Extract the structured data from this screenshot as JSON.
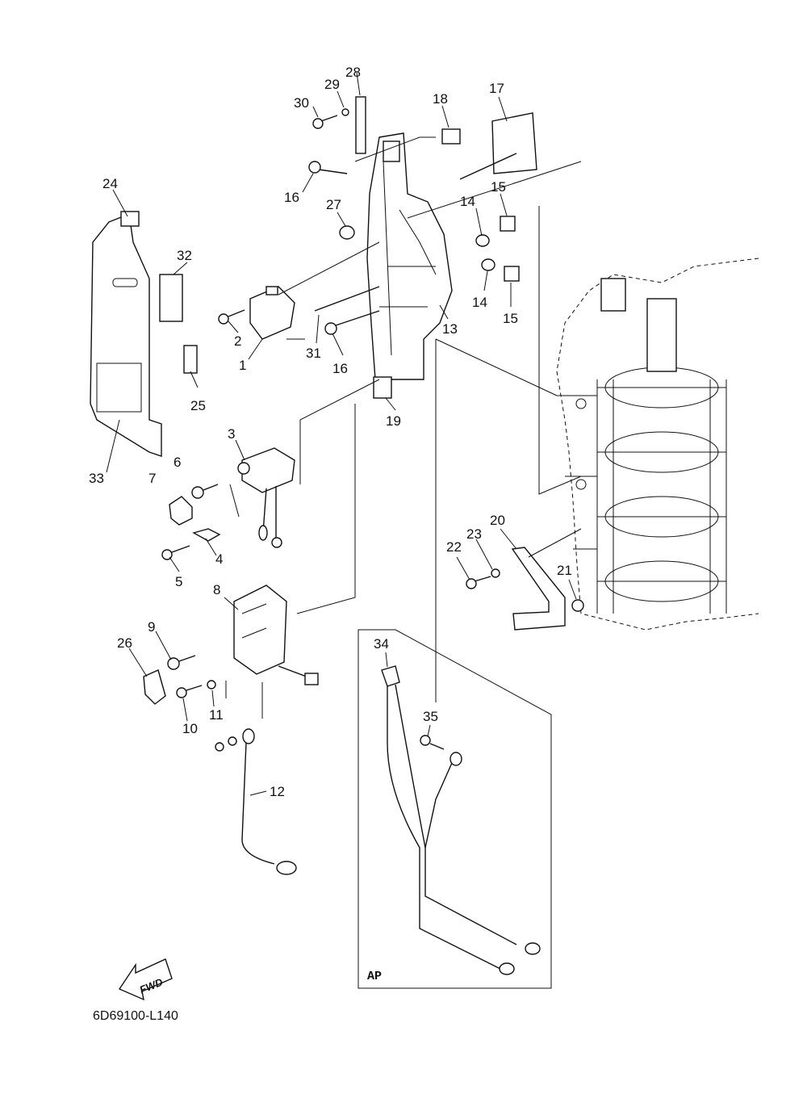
{
  "diagram_code": "6D69100-L140",
  "fwd_label": "FWD",
  "ap_label": "AP",
  "callouts": [
    "1",
    "2",
    "3",
    "4",
    "5",
    "6",
    "7",
    "8",
    "9",
    "10",
    "11",
    "12",
    "13",
    "14",
    "14",
    "15",
    "15",
    "16",
    "16",
    "17",
    "18",
    "19",
    "20",
    "21",
    "22",
    "23",
    "24",
    "25",
    "26",
    "27",
    "28",
    "29",
    "30",
    "31",
    "32",
    "33",
    "34",
    "35"
  ]
}
